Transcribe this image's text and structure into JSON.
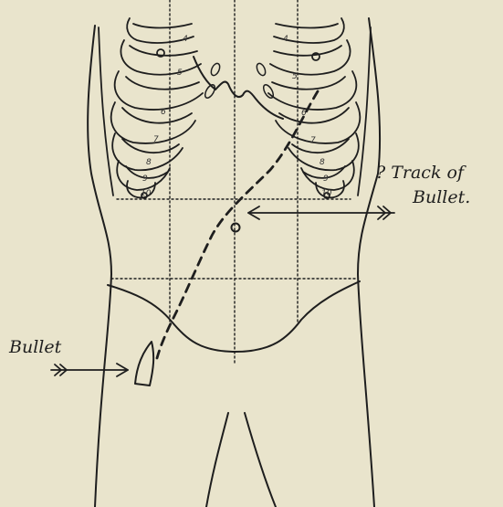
{
  "labels": {
    "track_line1": "? Track of",
    "track_line2": "Bullet.",
    "bullet": "Bullet"
  },
  "rib_numbers_left": [
    "4",
    "5",
    "6",
    "7",
    "8",
    "9",
    "10"
  ],
  "rib_numbers_right": [
    "4",
    "5",
    "6",
    "7",
    "8",
    "9",
    "10"
  ],
  "colors": {
    "paper": "#e9e4cc",
    "ink": "#1e1e1e"
  }
}
